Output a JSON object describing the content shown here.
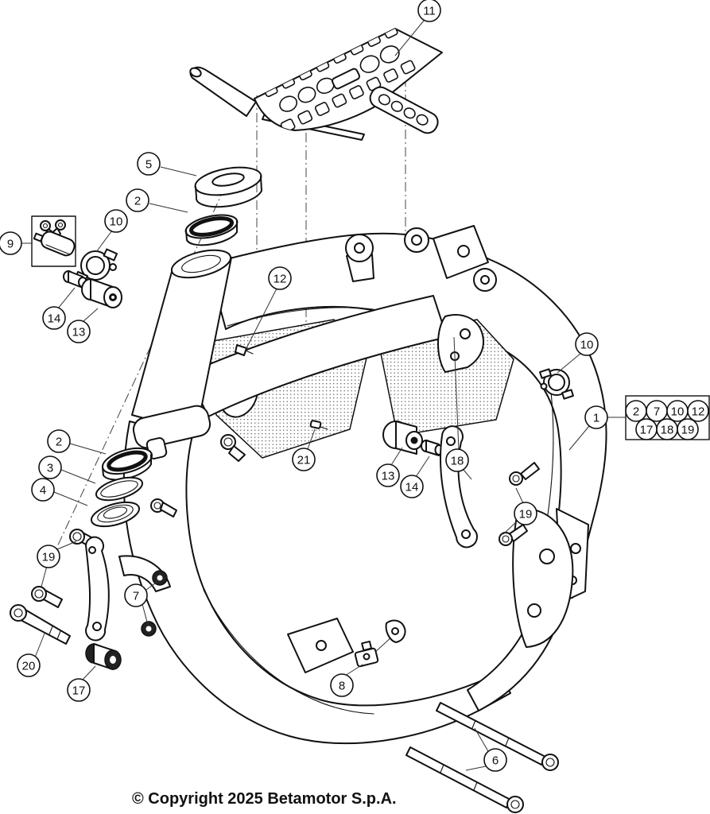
{
  "colors": {
    "line": "#111111",
    "background": "#ffffff"
  },
  "callouts": {
    "c11": "11",
    "c5": "5",
    "c2a": "2",
    "c9": "9",
    "c10a": "10",
    "c14a": "14",
    "c13a": "13",
    "c12": "12",
    "c10b": "10",
    "c1": "1",
    "c21": "21",
    "c13b": "13",
    "c14b": "14",
    "c18": "18",
    "c2b": "2",
    "c3": "3",
    "c4": "4",
    "c19a": "19",
    "c7": "7",
    "c20": "20",
    "c17": "17",
    "c19b": "19",
    "c8": "8",
    "c6": "6"
  },
  "group_box": {
    "items": [
      "2",
      "7",
      "10",
      "12",
      "17",
      "18",
      "19"
    ]
  },
  "footer": {
    "copyright": "© Copyright 2025 Betamotor S.p.A."
  }
}
